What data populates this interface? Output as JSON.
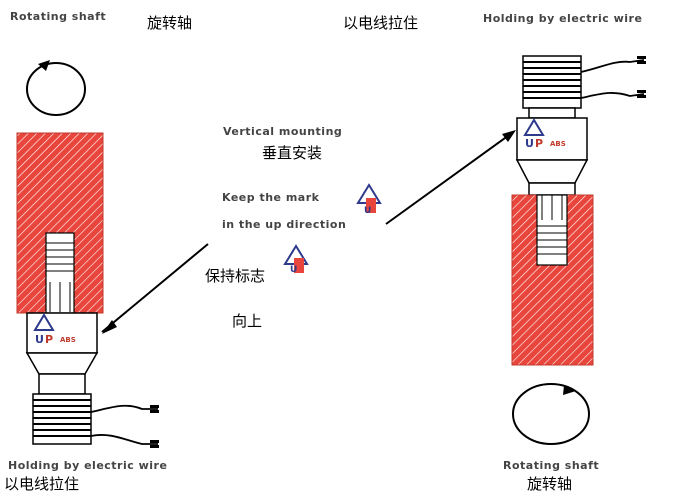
{
  "labels": {
    "left_top_en": "Rotating shaft",
    "left_top_cn": "旋转轴",
    "right_top_cn": "以电线拉住",
    "right_top_en": "Holding by electric wire",
    "center_en_1": "Vertical mounting",
    "center_cn_1": "垂直安装",
    "center_en_2": "Keep the mark",
    "center_en_3": "in the up direction",
    "center_cn_2": "保持标志",
    "center_cn_3": "向上",
    "left_bottom_en": "Holding by electric wire",
    "left_bottom_cn": "以电线拉住",
    "right_bottom_en": "Rotating shaft",
    "right_bottom_cn": "旋转轴"
  },
  "mark": {
    "brand_text": "ABS",
    "brand_color": "#c0392b",
    "up_color": "#2e3a8c"
  },
  "colors": {
    "shaft_red": "#e8453c",
    "line": "#000000"
  }
}
